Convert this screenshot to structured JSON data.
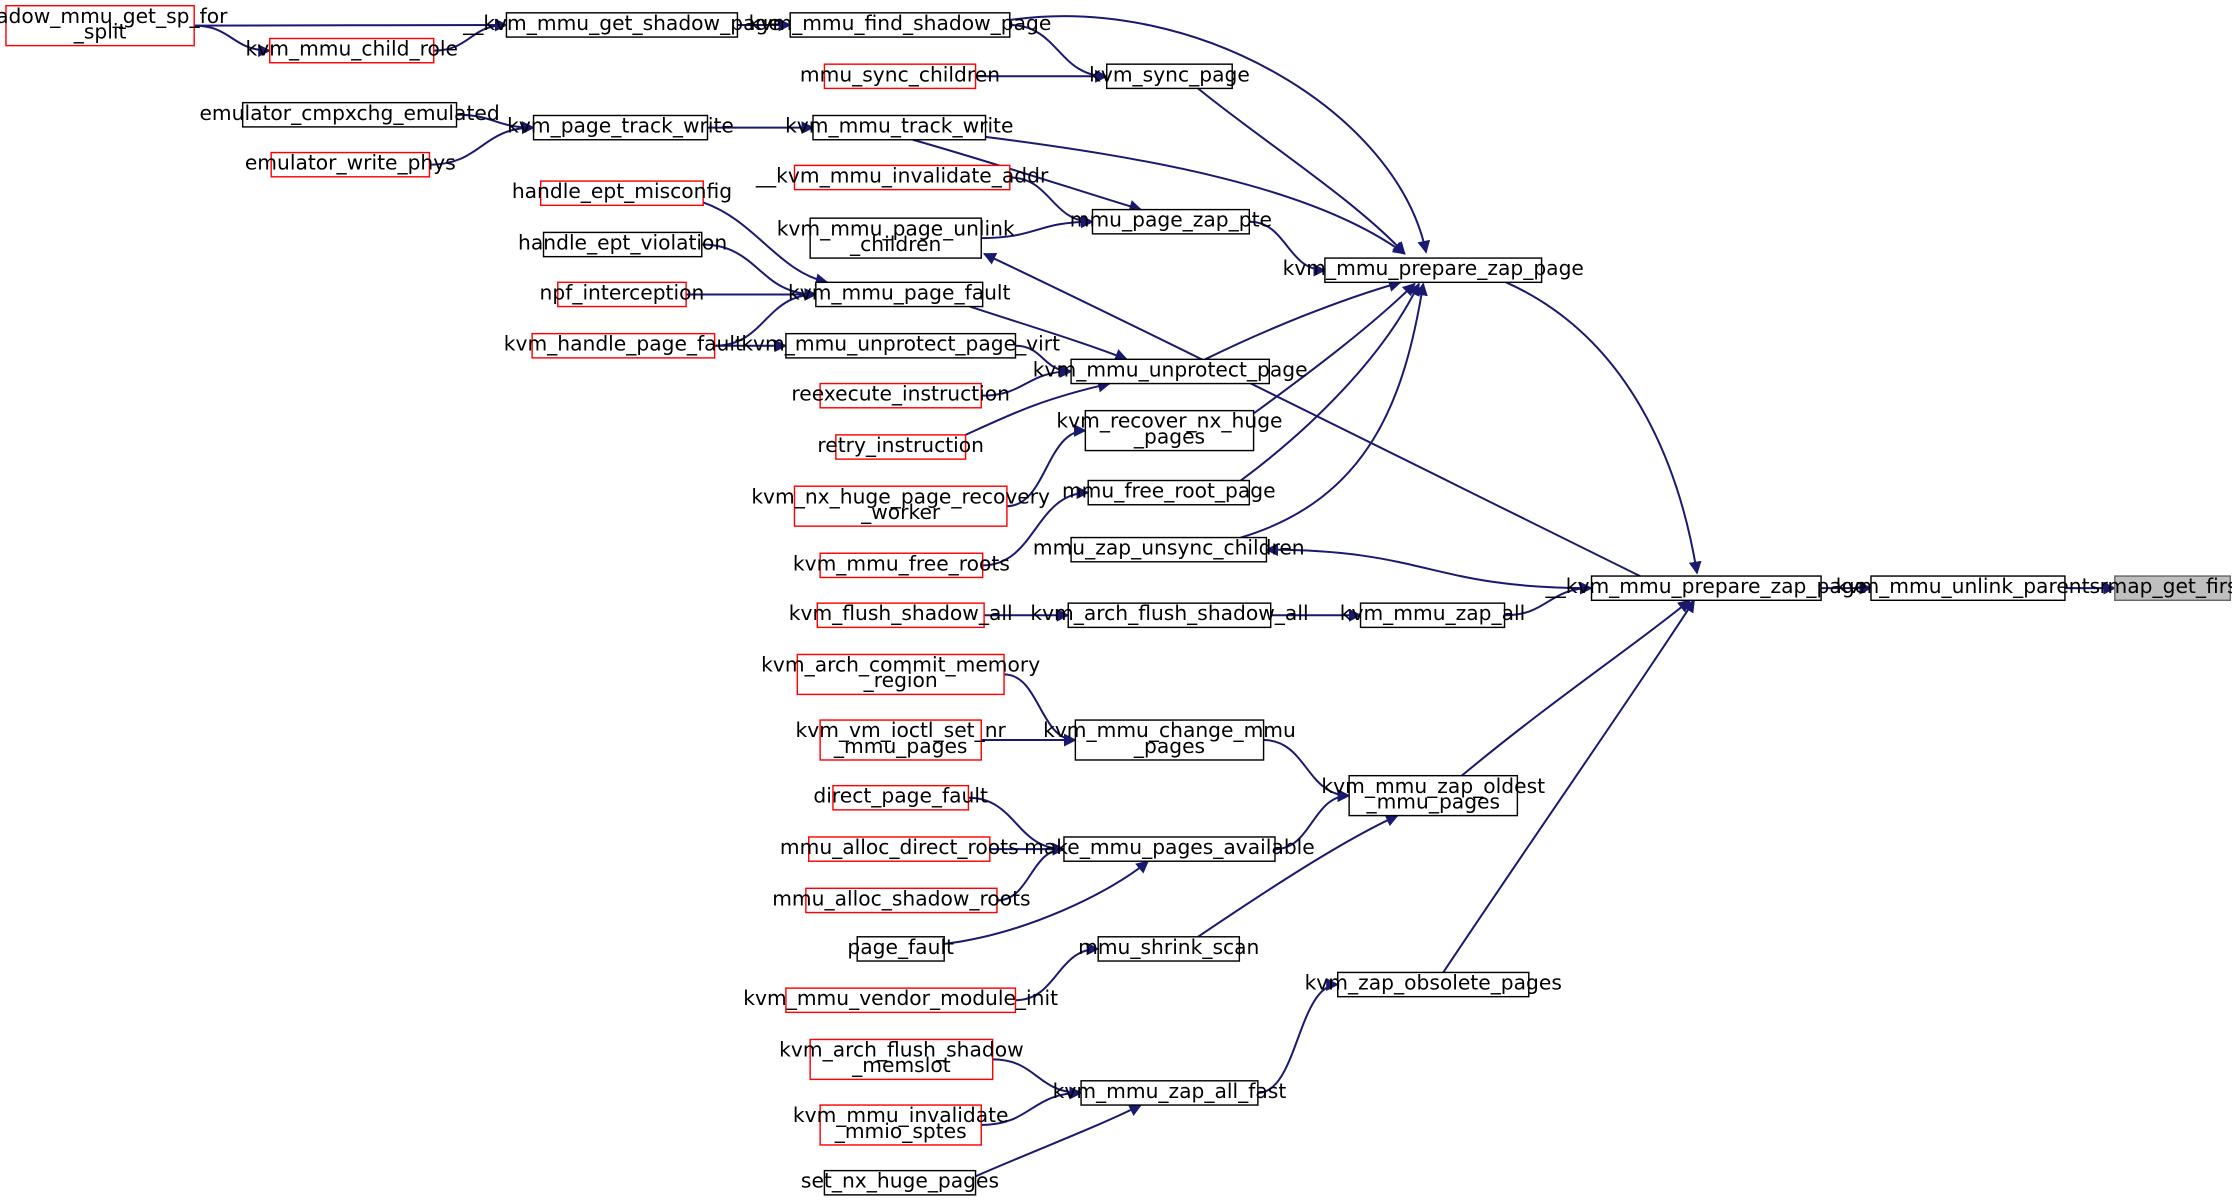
{
  "colors": {
    "edge": "#191970",
    "node_border": "#000000",
    "node_border_truncated": "#ff0000",
    "node_fill": "#ffffff",
    "focus_fill": "#bfbfbf",
    "focus_border": "#666666"
  },
  "nodes": {
    "rmap_get_first": {
      "lines": [
        "rmap_get_first"
      ],
      "focus": true
    },
    "kvm_mmu_unlink_parents": {
      "lines": [
        "kvm_mmu_unlink_parents"
      ]
    },
    "__kvm_mmu_prepare_zap_page": {
      "lines": [
        "__kvm_mmu_prepare_zap_page"
      ]
    },
    "kvm_mmu_prepare_zap_page": {
      "lines": [
        "kvm_mmu_prepare_zap_page"
      ]
    },
    "kvm_mmu_zap_all": {
      "lines": [
        "kvm_mmu_zap_all"
      ]
    },
    "kvm_mmu_zap_oldest_mmu_pages": {
      "lines": [
        "kvm_mmu_zap_oldest",
        "_mmu_pages"
      ]
    },
    "kvm_zap_obsolete_pages": {
      "lines": [
        "kvm_zap_obsolete_pages"
      ]
    },
    "mmu_zap_unsync_children": {
      "lines": [
        "mmu_zap_unsync_children"
      ]
    },
    "kvm_mmu_page_unlink_children": {
      "lines": [
        "kvm_mmu_page_unlink",
        "_children"
      ]
    },
    "kvm_mmu_find_shadow_page": {
      "lines": [
        "kvm_mmu_find_shadow_page"
      ]
    },
    "kvm_sync_page": {
      "lines": [
        "kvm_sync_page"
      ]
    },
    "kvm_mmu_track_write": {
      "lines": [
        "kvm_mmu_track_write"
      ]
    },
    "mmu_page_zap_pte": {
      "lines": [
        "mmu_page_zap_pte"
      ]
    },
    "kvm_mmu_unprotect_page": {
      "lines": [
        "kvm_mmu_unprotect_page"
      ]
    },
    "kvm_recover_nx_huge_pages": {
      "lines": [
        "kvm_recover_nx_huge",
        "_pages"
      ]
    },
    "mmu_free_root_page": {
      "lines": [
        "mmu_free_root_page"
      ]
    },
    "__kvm_mmu_get_shadow_page": {
      "lines": [
        "__kvm_mmu_get_shadow_page"
      ]
    },
    "mmu_sync_children": {
      "lines": [
        "mmu_sync_children"
      ],
      "truncated": true
    },
    "kvm_page_track_write": {
      "lines": [
        "kvm_page_track_write"
      ]
    },
    "__kvm_mmu_invalidate_addr": {
      "lines": [
        "__kvm_mmu_invalidate_addr"
      ],
      "truncated": true
    },
    "kvm_mmu_page_fault": {
      "lines": [
        "kvm_mmu_page_fault"
      ]
    },
    "kvm_mmu_unprotect_page_virt": {
      "lines": [
        "kvm_mmu_unprotect_page_virt"
      ]
    },
    "reexecute_instruction": {
      "lines": [
        "reexecute_instruction"
      ],
      "truncated": true
    },
    "retry_instruction": {
      "lines": [
        "retry_instruction"
      ],
      "truncated": true
    },
    "kvm_nx_huge_page_recovery_worker": {
      "lines": [
        "kvm_nx_huge_page_recovery",
        "_worker"
      ],
      "truncated": true
    },
    "kvm_mmu_free_roots": {
      "lines": [
        "kvm_mmu_free_roots"
      ],
      "truncated": true
    },
    "kvm_arch_flush_shadow_all": {
      "lines": [
        "kvm_arch_flush_shadow_all"
      ]
    },
    "kvm_flush_shadow_all": {
      "lines": [
        "kvm_flush_shadow_all"
      ],
      "truncated": true
    },
    "kvm_mmu_change_mmu_pages": {
      "lines": [
        "kvm_mmu_change_mmu",
        "_pages"
      ]
    },
    "make_mmu_pages_available": {
      "lines": [
        "make_mmu_pages_available"
      ]
    },
    "mmu_shrink_scan": {
      "lines": [
        "mmu_shrink_scan"
      ]
    },
    "kvm_mmu_zap_all_fast": {
      "lines": [
        "kvm_mmu_zap_all_fast"
      ]
    },
    "shadow_mmu_get_sp_for_split": {
      "lines": [
        "shadow_mmu_get_sp_for",
        "_split"
      ],
      "truncated": true
    },
    "kvm_mmu_child_role": {
      "lines": [
        "kvm_mmu_child_role"
      ],
      "truncated": true
    },
    "emulator_cmpxchg_emulated": {
      "lines": [
        "emulator_cmpxchg_emulated"
      ]
    },
    "emulator_write_phys": {
      "lines": [
        "emulator_write_phys"
      ],
      "truncated": true
    },
    "handle_ept_misconfig": {
      "lines": [
        "handle_ept_misconfig"
      ],
      "truncated": true
    },
    "handle_ept_violation": {
      "lines": [
        "handle_ept_violation"
      ]
    },
    "npf_interception": {
      "lines": [
        "npf_interception"
      ],
      "truncated": true
    },
    "kvm_handle_page_fault": {
      "lines": [
        "kvm_handle_page_fault"
      ],
      "truncated": true
    },
    "kvm_arch_commit_memory_region": {
      "lines": [
        "kvm_arch_commit_memory",
        "_region"
      ],
      "truncated": true
    },
    "kvm_vm_ioctl_set_nr_mmu_pages": {
      "lines": [
        "kvm_vm_ioctl_set_nr",
        "_mmu_pages"
      ],
      "truncated": true
    },
    "direct_page_fault": {
      "lines": [
        "direct_page_fault"
      ],
      "truncated": true
    },
    "mmu_alloc_direct_roots": {
      "lines": [
        "mmu_alloc_direct_roots"
      ],
      "truncated": true
    },
    "mmu_alloc_shadow_roots": {
      "lines": [
        "mmu_alloc_shadow_roots"
      ],
      "truncated": true
    },
    "page_fault": {
      "lines": [
        "page_fault"
      ]
    },
    "kvm_mmu_vendor_module_init": {
      "lines": [
        "kvm_mmu_vendor_module_init"
      ],
      "truncated": true
    },
    "kvm_arch_flush_shadow_memslot": {
      "lines": [
        "kvm_arch_flush_shadow",
        "_memslot"
      ],
      "truncated": true
    },
    "kvm_mmu_invalidate_mmio_sptes": {
      "lines": [
        "kvm_mmu_invalidate",
        "_mmio_sptes"
      ],
      "truncated": true
    },
    "set_nx_huge_pages": {
      "lines": [
        "set_nx_huge_pages"
      ]
    }
  },
  "edges": [
    [
      "kvm_mmu_unlink_parents",
      "rmap_get_first"
    ],
    [
      "__kvm_mmu_prepare_zap_page",
      "kvm_mmu_unlink_parents"
    ],
    [
      "kvm_mmu_prepare_zap_page",
      "__kvm_mmu_prepare_zap_page"
    ],
    [
      "kvm_mmu_zap_all",
      "__kvm_mmu_prepare_zap_page"
    ],
    [
      "kvm_mmu_zap_oldest_mmu_pages",
      "__kvm_mmu_prepare_zap_page"
    ],
    [
      "kvm_zap_obsolete_pages",
      "__kvm_mmu_prepare_zap_page"
    ],
    [
      "__kvm_mmu_prepare_zap_page",
      "mmu_zap_unsync_children"
    ],
    [
      "__kvm_mmu_prepare_zap_page",
      "kvm_mmu_page_unlink_children"
    ],
    [
      "kvm_mmu_find_shadow_page",
      "kvm_mmu_prepare_zap_page"
    ],
    [
      "kvm_sync_page",
      "kvm_mmu_prepare_zap_page"
    ],
    [
      "kvm_mmu_track_write",
      "kvm_mmu_prepare_zap_page"
    ],
    [
      "mmu_page_zap_pte",
      "kvm_mmu_prepare_zap_page"
    ],
    [
      "kvm_mmu_unprotect_page",
      "kvm_mmu_prepare_zap_page"
    ],
    [
      "kvm_recover_nx_huge_pages",
      "kvm_mmu_prepare_zap_page"
    ],
    [
      "mmu_free_root_page",
      "kvm_mmu_prepare_zap_page"
    ],
    [
      "mmu_zap_unsync_children",
      "kvm_mmu_prepare_zap_page"
    ],
    [
      "__kvm_mmu_get_shadow_page",
      "kvm_mmu_find_shadow_page"
    ],
    [
      "kvm_mmu_find_shadow_page",
      "kvm_sync_page"
    ],
    [
      "mmu_sync_children",
      "kvm_sync_page"
    ],
    [
      "kvm_page_track_write",
      "kvm_mmu_track_write"
    ],
    [
      "kvm_mmu_track_write",
      "mmu_page_zap_pte"
    ],
    [
      "__kvm_mmu_invalidate_addr",
      "mmu_page_zap_pte"
    ],
    [
      "kvm_mmu_page_unlink_children",
      "mmu_page_zap_pte"
    ],
    [
      "kvm_mmu_page_fault",
      "kvm_mmu_unprotect_page"
    ],
    [
      "kvm_mmu_unprotect_page_virt",
      "kvm_mmu_unprotect_page"
    ],
    [
      "reexecute_instruction",
      "kvm_mmu_unprotect_page"
    ],
    [
      "retry_instruction",
      "kvm_mmu_unprotect_page"
    ],
    [
      "kvm_nx_huge_page_recovery_worker",
      "kvm_recover_nx_huge_pages"
    ],
    [
      "kvm_mmu_free_roots",
      "mmu_free_root_page"
    ],
    [
      "kvm_arch_flush_shadow_all",
      "kvm_mmu_zap_all"
    ],
    [
      "kvm_flush_shadow_all",
      "kvm_arch_flush_shadow_all"
    ],
    [
      "kvm_mmu_change_mmu_pages",
      "kvm_mmu_zap_oldest_mmu_pages"
    ],
    [
      "make_mmu_pages_available",
      "kvm_mmu_zap_oldest_mmu_pages"
    ],
    [
      "mmu_shrink_scan",
      "kvm_mmu_zap_oldest_mmu_pages"
    ],
    [
      "kvm_arch_commit_memory_region",
      "kvm_mmu_change_mmu_pages"
    ],
    [
      "kvm_vm_ioctl_set_nr_mmu_pages",
      "kvm_mmu_change_mmu_pages"
    ],
    [
      "direct_page_fault",
      "make_mmu_pages_available"
    ],
    [
      "mmu_alloc_direct_roots",
      "make_mmu_pages_available"
    ],
    [
      "mmu_alloc_shadow_roots",
      "make_mmu_pages_available"
    ],
    [
      "page_fault",
      "make_mmu_pages_available"
    ],
    [
      "kvm_mmu_vendor_module_init",
      "mmu_shrink_scan"
    ],
    [
      "kvm_mmu_zap_all_fast",
      "kvm_zap_obsolete_pages"
    ],
    [
      "kvm_arch_flush_shadow_memslot",
      "kvm_mmu_zap_all_fast"
    ],
    [
      "kvm_mmu_invalidate_mmio_sptes",
      "kvm_mmu_zap_all_fast"
    ],
    [
      "set_nx_huge_pages",
      "kvm_mmu_zap_all_fast"
    ],
    [
      "shadow_mmu_get_sp_for_split",
      "__kvm_mmu_get_shadow_page"
    ],
    [
      "kvm_mmu_child_role",
      "__kvm_mmu_get_shadow_page"
    ],
    [
      "shadow_mmu_get_sp_for_split",
      "kvm_mmu_child_role"
    ],
    [
      "emulator_cmpxchg_emulated",
      "kvm_page_track_write"
    ],
    [
      "emulator_write_phys",
      "kvm_page_track_write"
    ],
    [
      "handle_ept_misconfig",
      "kvm_mmu_page_fault"
    ],
    [
      "handle_ept_violation",
      "kvm_mmu_page_fault"
    ],
    [
      "npf_interception",
      "kvm_mmu_page_fault"
    ],
    [
      "kvm_handle_page_fault",
      "kvm_mmu_page_fault"
    ],
    [
      "kvm_handle_page_fault",
      "kvm_mmu_unprotect_page_virt"
    ]
  ]
}
